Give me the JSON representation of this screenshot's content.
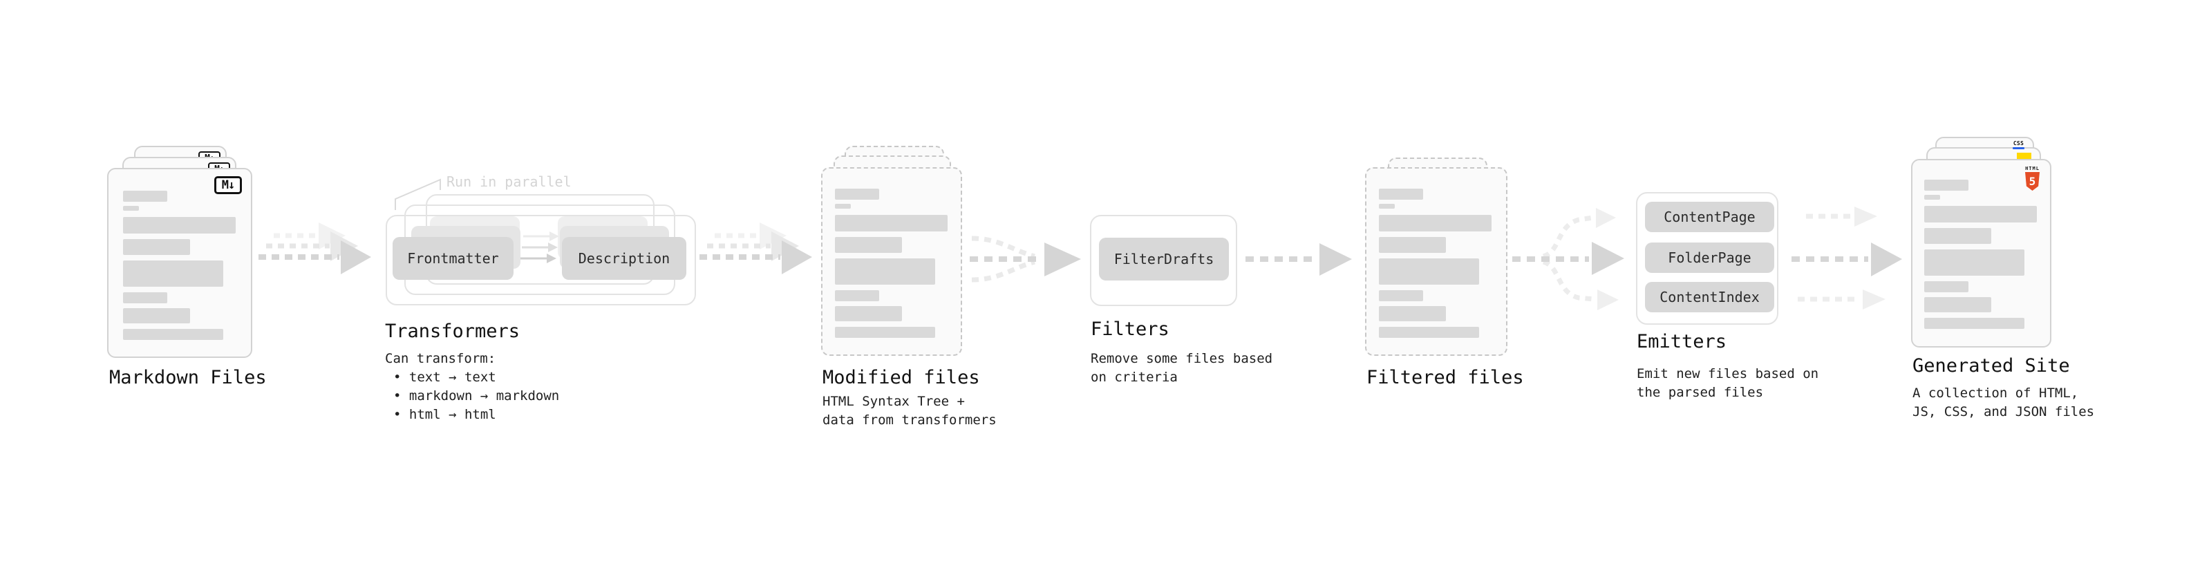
{
  "stages": {
    "markdown": {
      "label": "Markdown Files",
      "file_badge": "M↓"
    },
    "transformers": {
      "callout": "Run in parallel",
      "pill_left": "Frontmatter",
      "pill_right": "Description",
      "label": "Transformers",
      "desc_title": "Can transform:",
      "bullet1": "• text → text",
      "bullet2": "• markdown → markdown",
      "bullet3": "• html → html"
    },
    "modified": {
      "label": "Modified files",
      "desc1": "HTML Syntax Tree +",
      "desc2": "data from transformers"
    },
    "filters": {
      "label": "Filters",
      "pill": "FilterDrafts",
      "desc1": "Remove some files based",
      "desc2": "on criteria"
    },
    "filtered": {
      "label": "Filtered files"
    },
    "emitters": {
      "label": "Emitters",
      "pill1": "ContentPage",
      "pill2": "FolderPage",
      "pill3": "ContentIndex",
      "desc1": "Emit new files based on",
      "desc2": "the parsed files"
    },
    "generated": {
      "label": "Generated Site",
      "css_badge": "CSS",
      "html_badge_label": "HTML",
      "html_badge_number": "5",
      "desc1": "A collection of HTML,",
      "desc2": "JS, CSS, and JSON files"
    }
  },
  "colors": {
    "html5_orange": "#e44d26",
    "js_yellow": "#ffd800",
    "css_blue": "#2862e9",
    "bar_gray": "#d9d9d9",
    "pill_gray": "#d8d8d8",
    "arrow_gray": "#d5d5d5"
  }
}
